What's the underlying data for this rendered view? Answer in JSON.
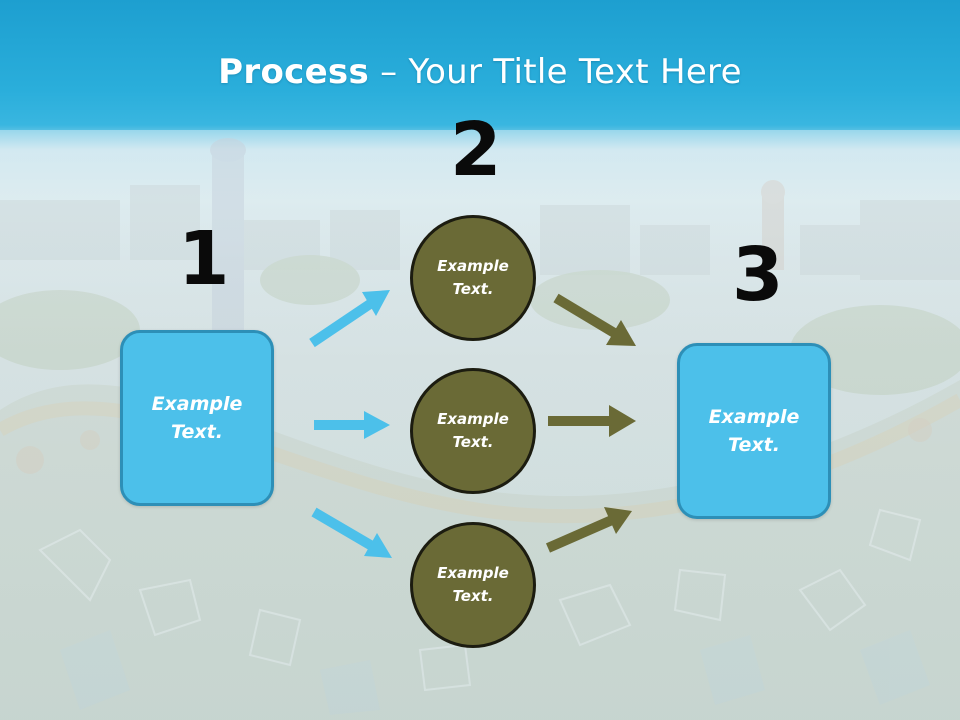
{
  "slide": {
    "title_bold": "Process",
    "title_rest": " – Your Title Text Here",
    "colors": {
      "header": "#1d9fd0",
      "box_fill": "#4cc0ea",
      "circle_fill": "#6a6a36",
      "blue_arrow": "#4cc0ea",
      "olive_arrow": "#6a6a36"
    },
    "steps": [
      {
        "number": "1",
        "text": "Example\nText."
      },
      {
        "number": "2",
        "items": [
          "Example\nText.",
          "Example\nText.",
          "Example\nText."
        ]
      },
      {
        "number": "3",
        "text": "Example\nText."
      }
    ]
  }
}
